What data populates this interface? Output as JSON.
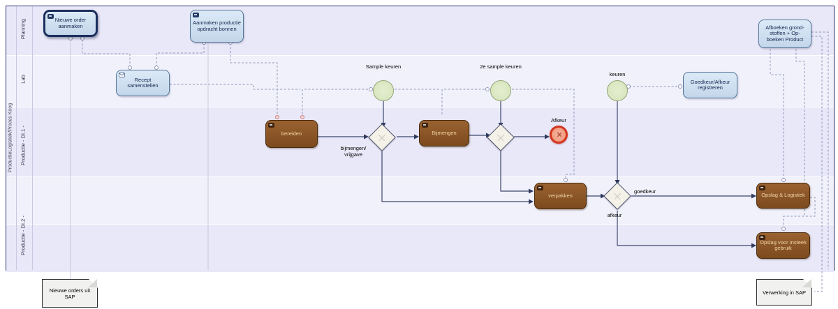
{
  "pool": {
    "label": "ProductieLogistiek/Proces Koog"
  },
  "lanes": [
    {
      "label": "Planning"
    },
    {
      "label": "Lab"
    },
    {
      "label": "Productie - DI.1 -"
    },
    {
      "label": "Productie - DI.2 -"
    }
  ],
  "tasks": {
    "nieuwe_order": {
      "label": "Nieuwe order aanmaken"
    },
    "aanmaken_bonnen": {
      "label": "Aanmaken productie opdracht bonnen"
    },
    "recept": {
      "label": "Recept samenstellen"
    },
    "goedkeur_registreren": {
      "label": "Goedkeur/Afkeur registreren"
    },
    "afboeken": {
      "label": "Afboeken grond-stoffen + Op-boeken Product"
    },
    "bereiden": {
      "label": "bereiden"
    },
    "bijmengen": {
      "label": "Bijmengen"
    },
    "verpakken": {
      "label": "verpakken"
    },
    "opslag_logistiek": {
      "label": "Opslag & Logistiek"
    },
    "opslag_insteek": {
      "label": "Opslag voor Insteek gebruik"
    }
  },
  "events": {
    "sample_keuren": {
      "label": "Sample keuren"
    },
    "sample2_keuren": {
      "label": "2e sample keuren"
    },
    "keuren": {
      "label": "keuren"
    },
    "afkeur_end": {
      "label": "Afkeur"
    }
  },
  "gateway_labels": {
    "bijmengen_vrijgave": "bijmengen/ vrijgave",
    "goedkeur": "goedkeur",
    "afkeur": "afkeur"
  },
  "documents": {
    "nieuwe_orders_sap": {
      "label": "Nieuwe orders uit SAP"
    },
    "verwerking_sap": {
      "label": "Verwerking in SAP"
    }
  },
  "icons": {
    "task_marker": "task-type-icon",
    "message": "envelope-icon",
    "gateway_marker": "gateway-x-icon"
  },
  "colors": {
    "task_blue_fill": "#cfe0f0",
    "task_blue_border": "#54749a",
    "task_selected_border": "#1b2f5e",
    "task_brown_fill": "#8a5527",
    "task_brown_text": "#f2d6a8",
    "event_green_fill": "#dbe7c4",
    "event_green_border": "#93a674",
    "end_event_red": "#d2351f",
    "gateway_fill": "#f3f1e8",
    "lane_bg_dark": "#e9e8f8",
    "lane_bg_light": "#f1f1fb",
    "pool_border": "#2b2d6e",
    "seq_flow": "#3c466b",
    "msg_flow": "#9096b8"
  }
}
